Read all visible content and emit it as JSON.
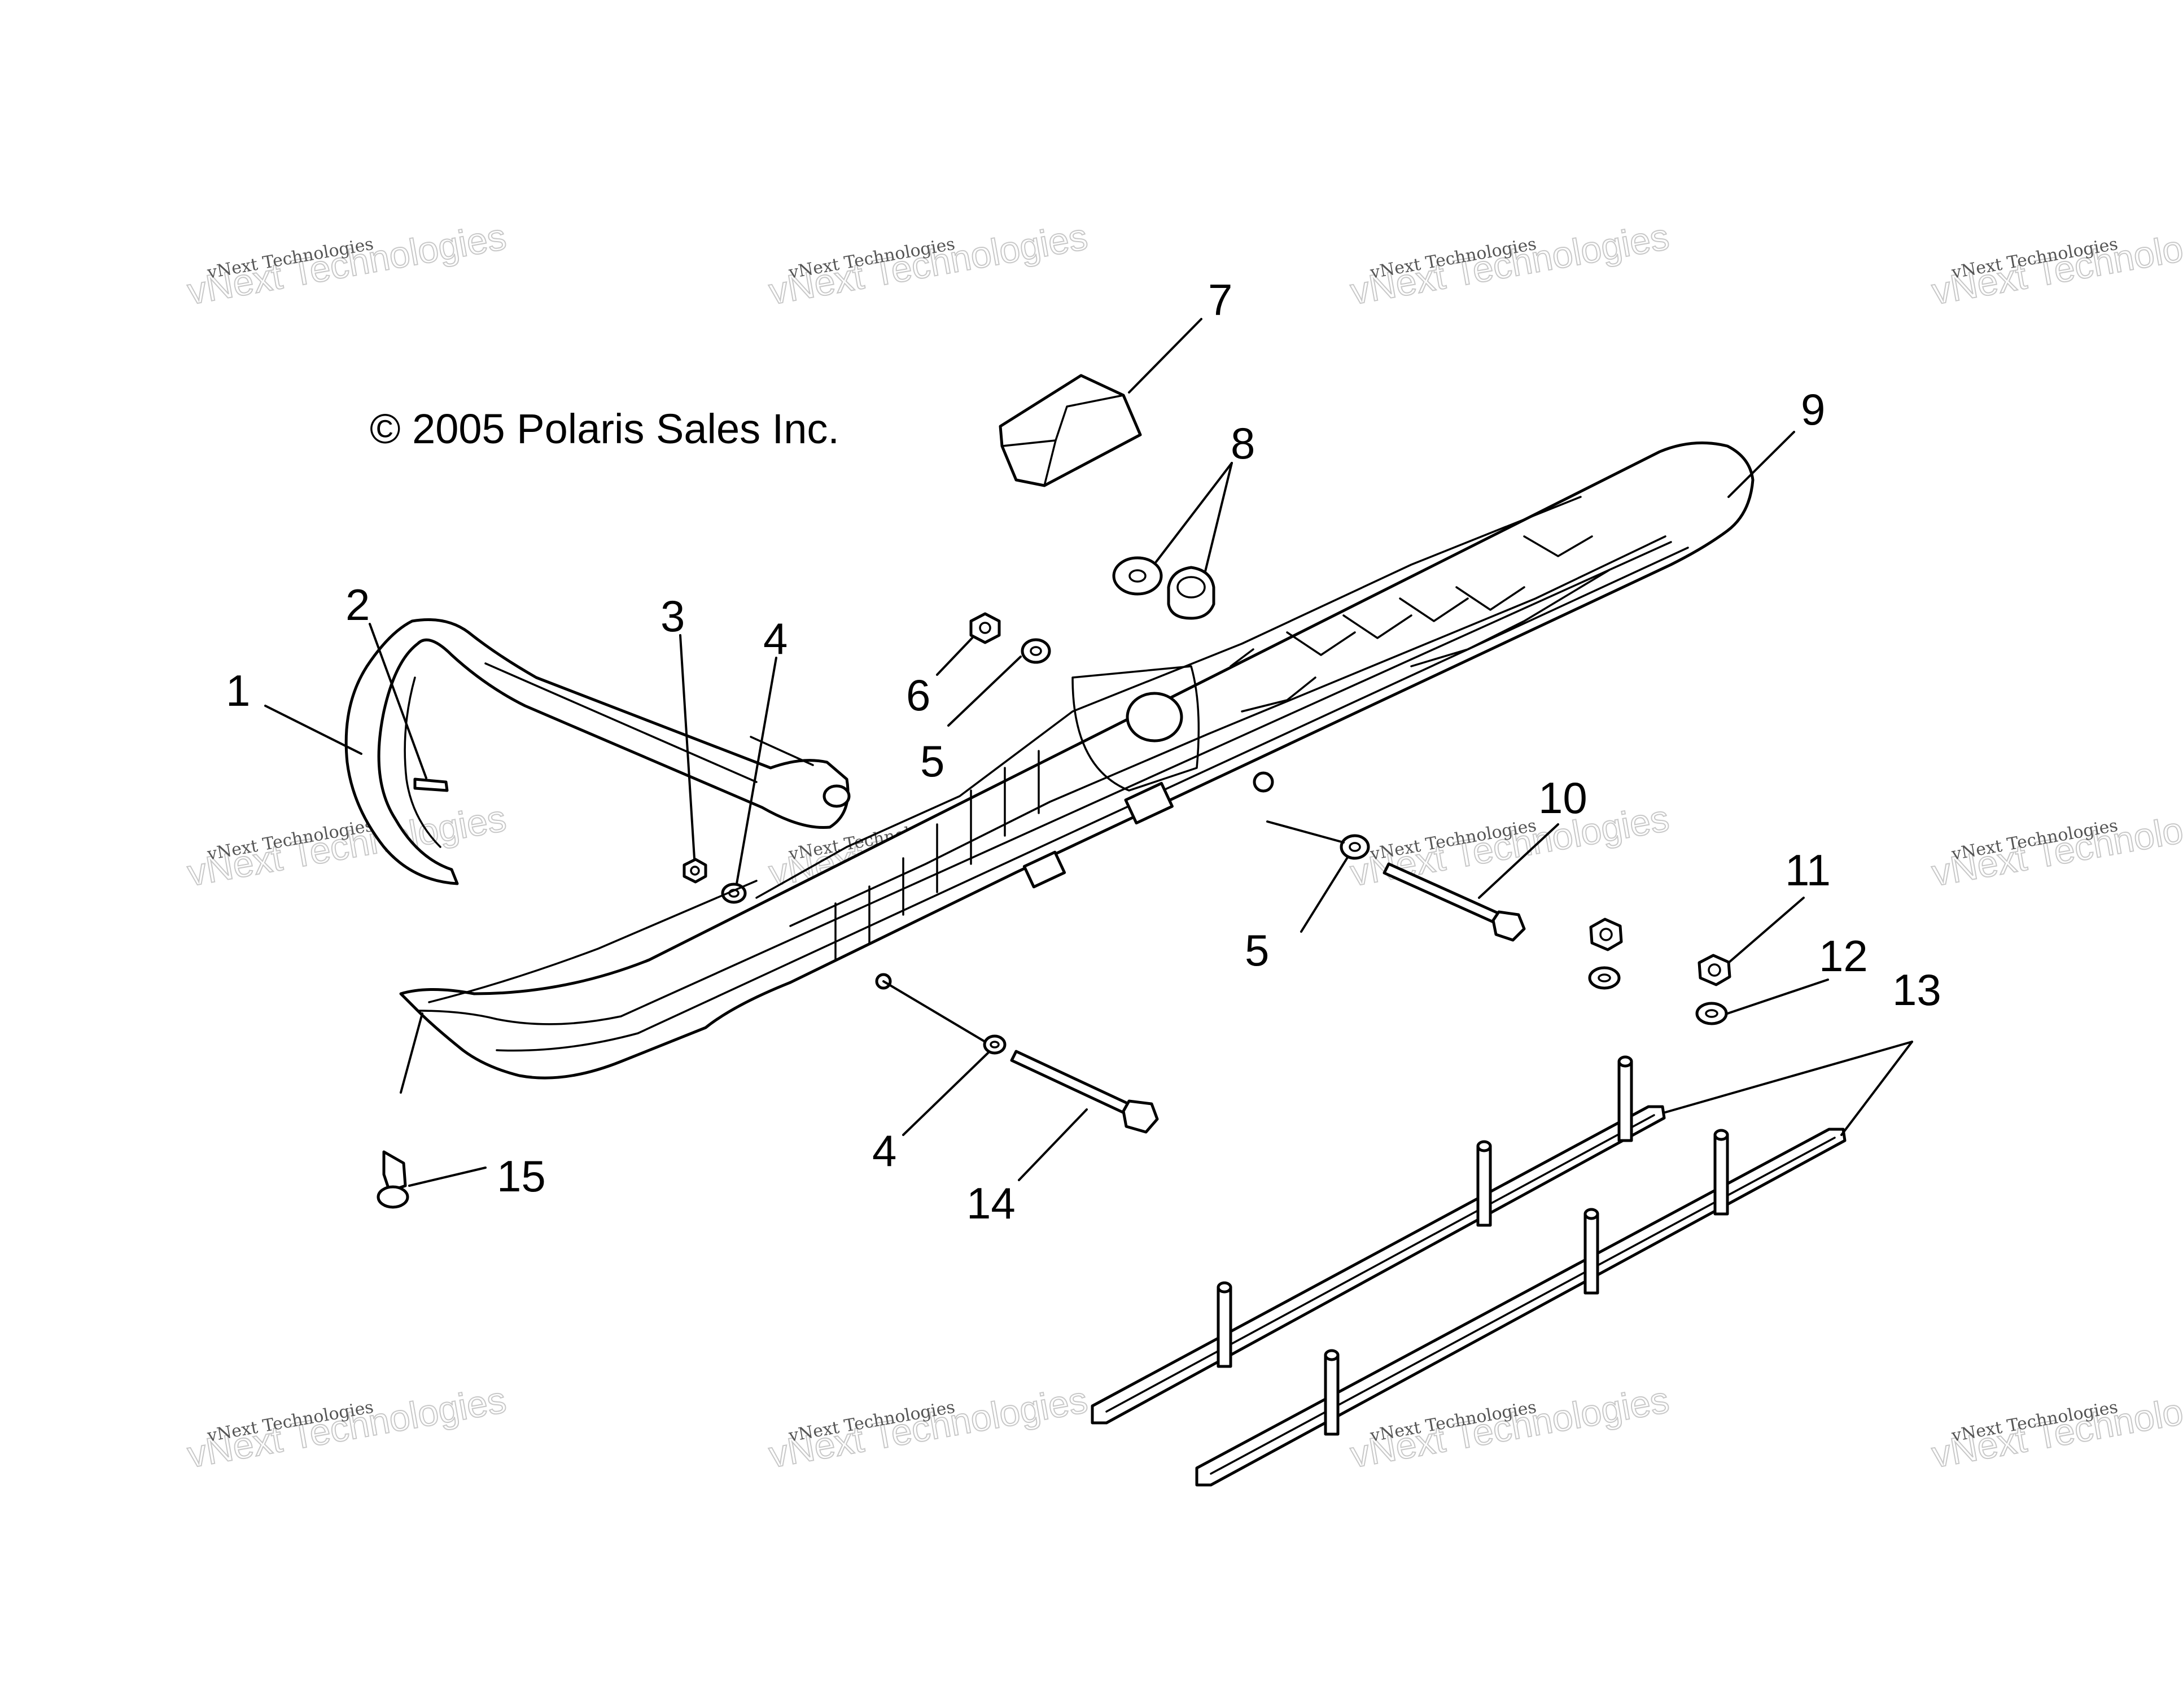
{
  "copyright": "© 2005 Polaris Sales Inc.",
  "watermark": {
    "line1": "vNext Technologies",
    "line2": "vNext Technologies"
  },
  "callouts": [
    {
      "id": "1",
      "text": "1"
    },
    {
      "id": "2",
      "text": "2"
    },
    {
      "id": "3",
      "text": "3"
    },
    {
      "id": "4a",
      "text": "4"
    },
    {
      "id": "4b",
      "text": "4"
    },
    {
      "id": "5a",
      "text": "5"
    },
    {
      "id": "5b",
      "text": "5"
    },
    {
      "id": "6",
      "text": "6"
    },
    {
      "id": "7",
      "text": "7"
    },
    {
      "id": "8",
      "text": "8"
    },
    {
      "id": "9",
      "text": "9"
    },
    {
      "id": "10",
      "text": "10"
    },
    {
      "id": "11",
      "text": "11"
    },
    {
      "id": "12",
      "text": "12"
    },
    {
      "id": "13",
      "text": "13"
    },
    {
      "id": "14",
      "text": "14"
    },
    {
      "id": "15",
      "text": "15"
    }
  ]
}
